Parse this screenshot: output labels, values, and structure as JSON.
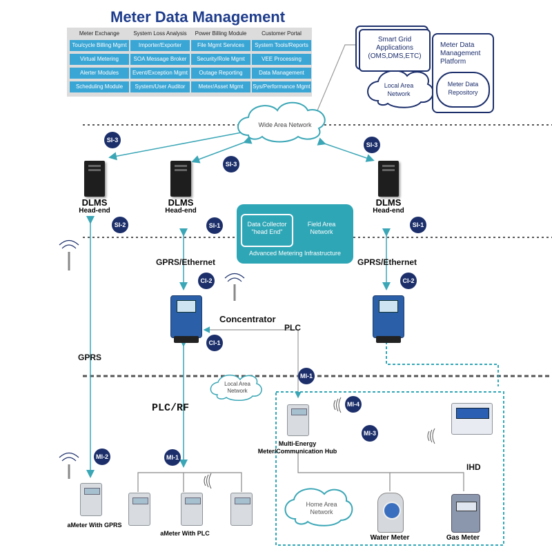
{
  "mdm": {
    "title": "Meter Data Management",
    "headers": [
      "Meter Exchange",
      "System Loss Analysis",
      "Power Billing Module",
      "Customer Portal"
    ],
    "rows": [
      [
        "Tou/cycle Billing Mgmt",
        "Importer/Exporter",
        "File Mgmt Services",
        "System Tools/Reports"
      ],
      [
        "Virtual Metering",
        "SOA Message Broker",
        "Security/Role Mgmt",
        "VEE Processing"
      ],
      [
        "Alerter Modules",
        "Event/Exception Mgmt",
        "Outage Reporting",
        "Data Management"
      ],
      [
        "Scheduling Module",
        "System/User Auditor",
        "Meter/Asset Mgmt",
        "Sys/Performance Mgmt"
      ]
    ]
  },
  "right_top": {
    "smart_grid": "Smart Grid Applications (OMS,DMS,ETC)",
    "local_area": "Local Area Network",
    "platform": "Meter Data Management Platform",
    "repository": "Meter Data Repository"
  },
  "wan": "Wide Area Network",
  "dlms_title": "DLMS",
  "dlms_sub": "Head-end",
  "ami": {
    "collector": "Data Collector \"head End\"",
    "field_area": "Field Area Network",
    "caption": "Advanced Metering Infrastructure"
  },
  "labels": {
    "gprs_ethernet": "GPRS/Ethernet",
    "concentrator": "Concentrator",
    "plc": "PLC",
    "gprs": "GPRS",
    "local_area_network": "Local Area Network",
    "plc_rf": "PLC/RF",
    "multi_energy": "Multi-Energy Meter/Communication Hub",
    "ihd": "IHD",
    "home_area": "Home Area Network",
    "water_meter": "Water Meter",
    "gas_meter": "Gas Meter",
    "ameter_gprs": "aMeter With GPRS",
    "ameter_plc": "aMeter With PLC"
  },
  "badges": {
    "si3": "SI-3",
    "si2": "SI-2",
    "si1": "SI-1",
    "ci2": "CI-2",
    "ci1": "CI-1",
    "mi1": "MI-1",
    "mi2": "MI-2",
    "mi3": "MI-3",
    "mi4": "MI-4"
  },
  "colors": {
    "navy": "#1c2f6b",
    "teal": "#2ea6b6",
    "blue": "#3aa6d5",
    "title": "#1e3c8c"
  }
}
